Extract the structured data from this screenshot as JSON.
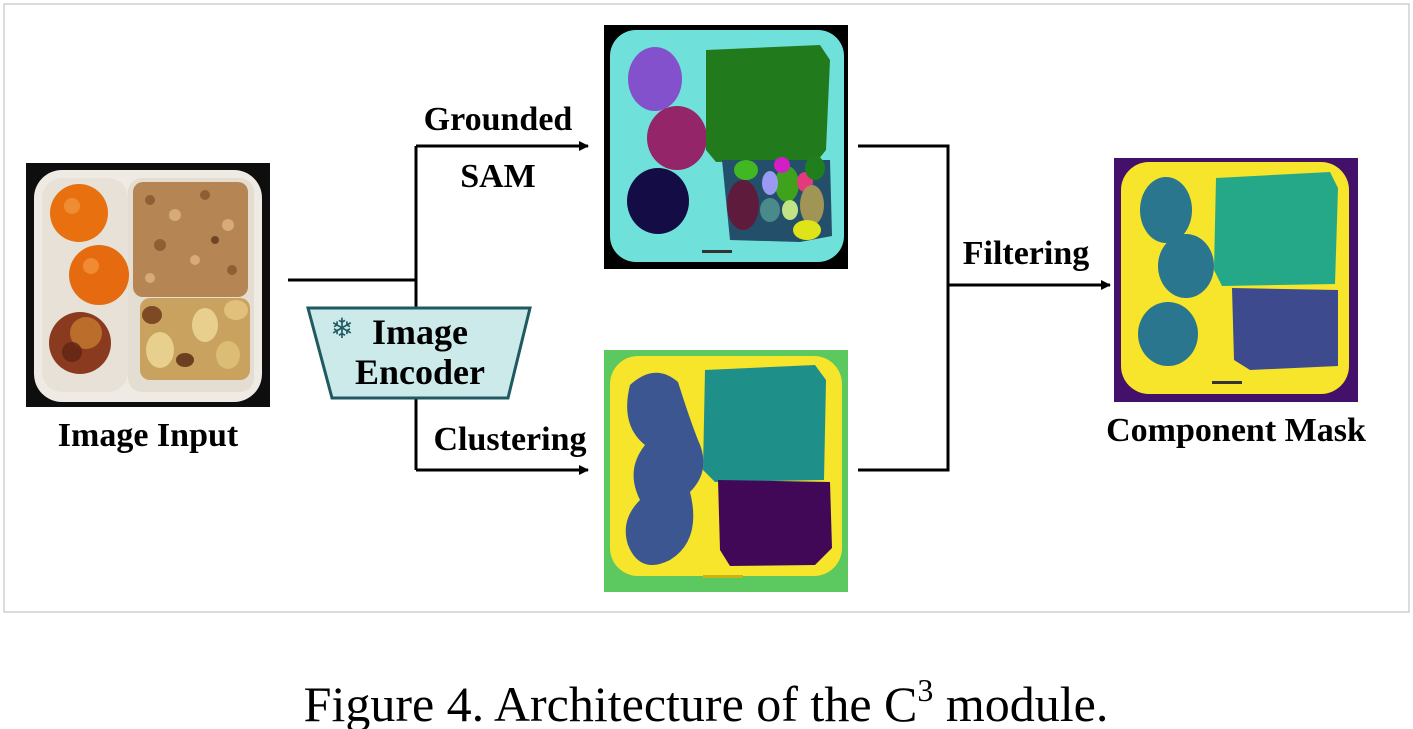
{
  "diagram": {
    "image_input_label": "Image Input",
    "encoder_label_line1": "Image",
    "encoder_label_line2": "Encoder",
    "grounded_line1": "Grounded",
    "grounded_line2": "SAM",
    "clustering_label": "Clustering",
    "filtering_label": "Filtering",
    "component_mask_label": "Component Mask",
    "snowflake_glyph": "❄",
    "colors": {
      "encoder_fill": "#cdeaea",
      "encoder_stroke": "#1f5961",
      "snowflake": "#1f5961",
      "sam_bg": "#6fe0da",
      "cluster_bg": "#5bc95f",
      "cluster_tray": "#f6e52a",
      "component_bg": "#43106a",
      "component_tray": "#f6e52a"
    }
  },
  "caption": {
    "prefix": "Figure 4. Architecture of the C",
    "superscript": "3",
    "suffix": " module."
  }
}
